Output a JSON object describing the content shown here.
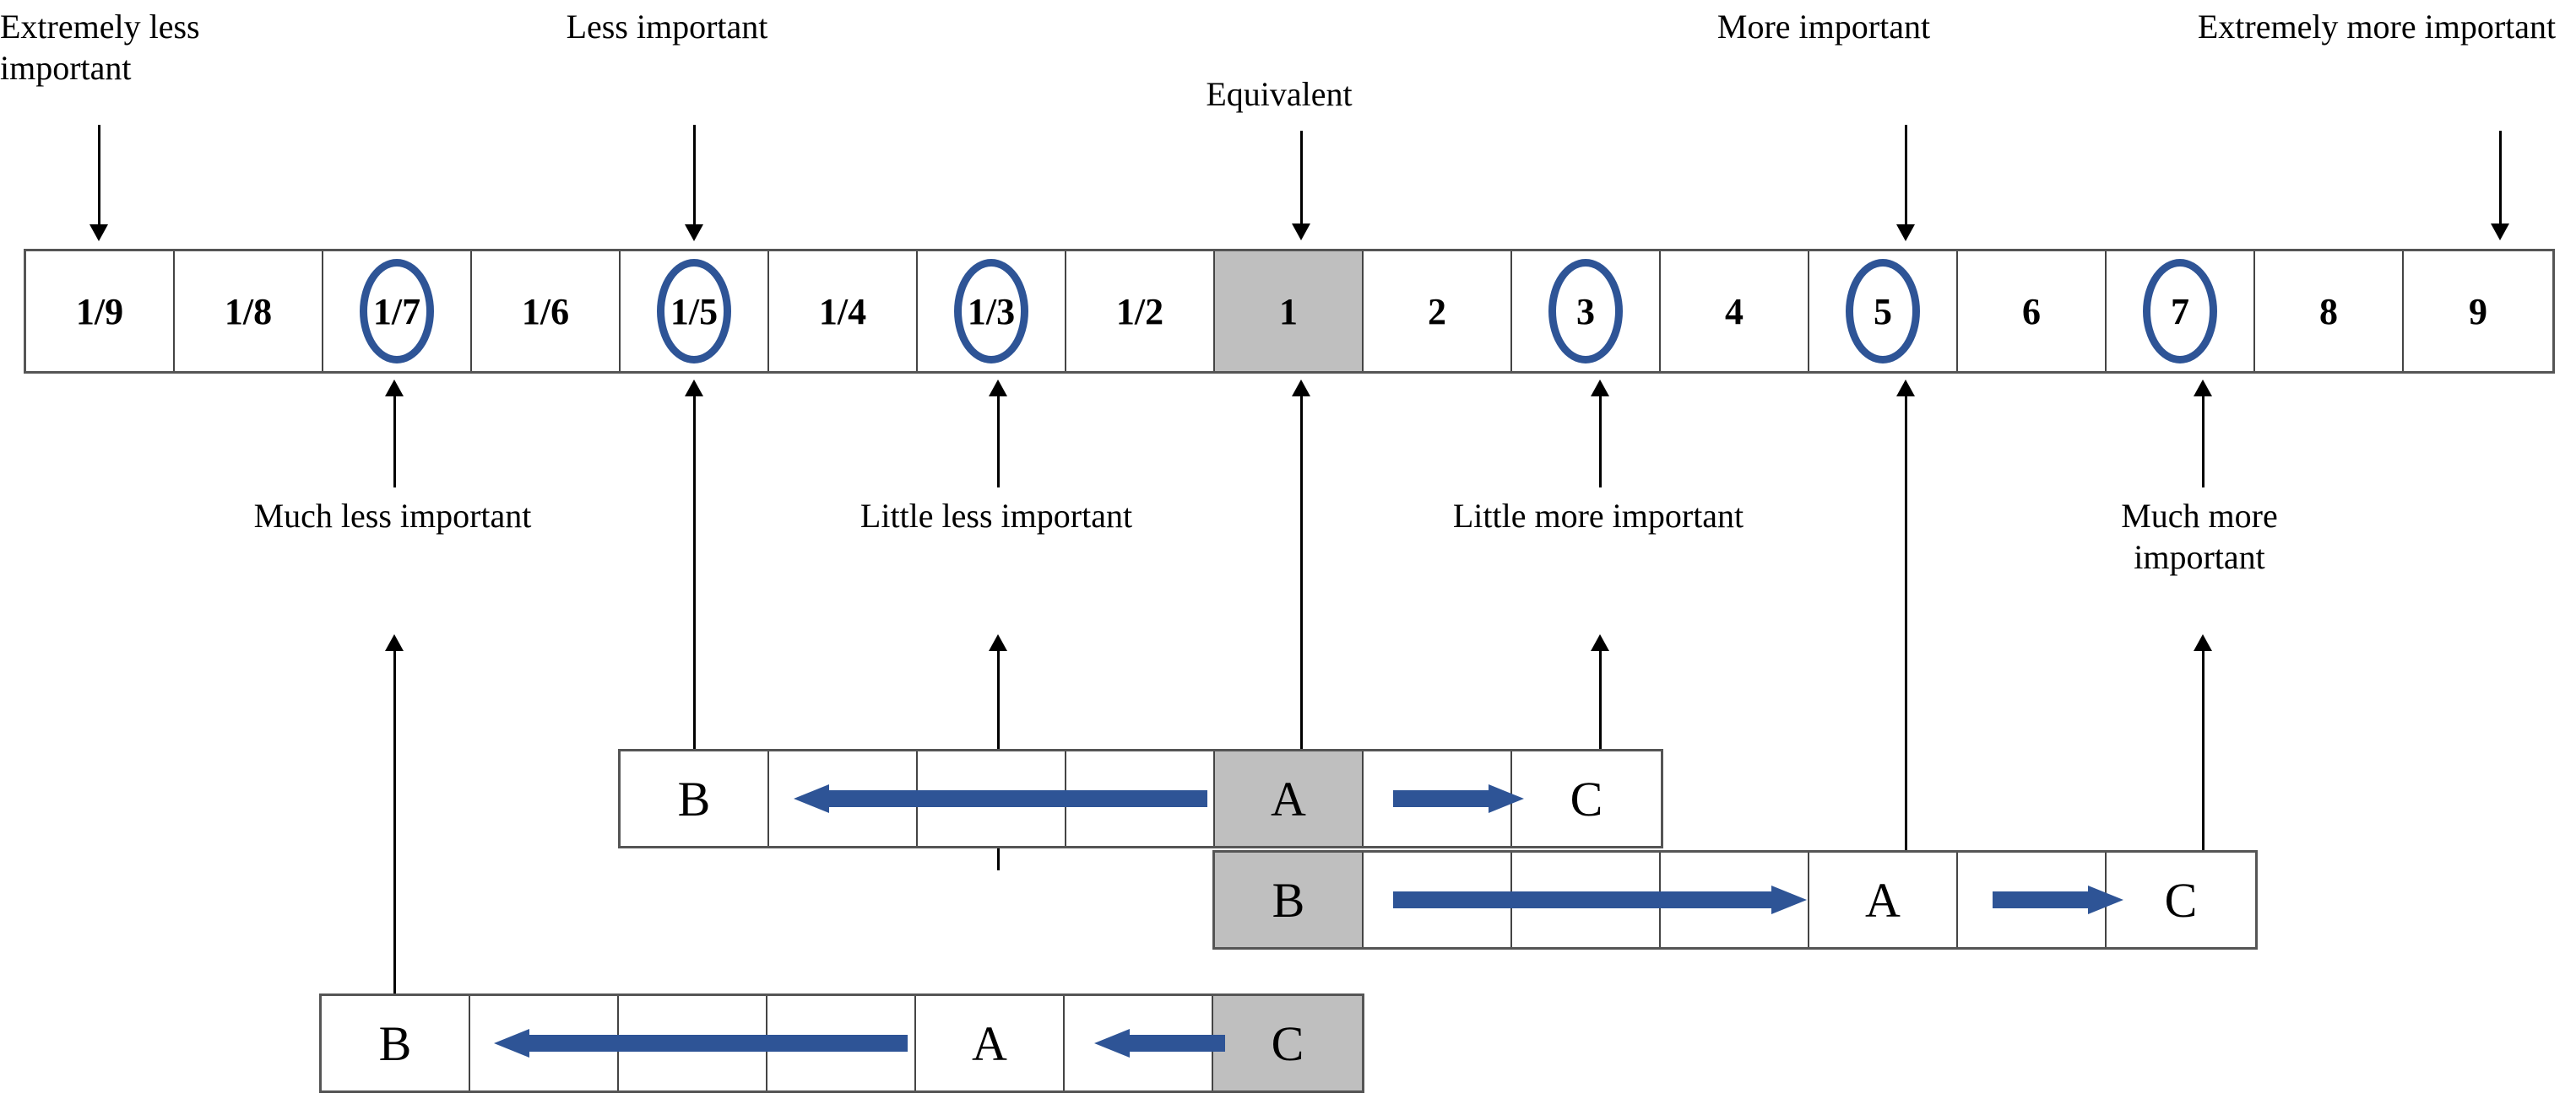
{
  "scale": {
    "cells": [
      {
        "label": "1/9",
        "circled": false,
        "shaded": false
      },
      {
        "label": "1/8",
        "circled": false,
        "shaded": false
      },
      {
        "label": "1/7",
        "circled": true,
        "shaded": false
      },
      {
        "label": "1/6",
        "circled": false,
        "shaded": false
      },
      {
        "label": "1/5",
        "circled": true,
        "shaded": false
      },
      {
        "label": "1/4",
        "circled": false,
        "shaded": false
      },
      {
        "label": "1/3",
        "circled": true,
        "shaded": false
      },
      {
        "label": "1/2",
        "circled": false,
        "shaded": false
      },
      {
        "label": "1",
        "circled": false,
        "shaded": true
      },
      {
        "label": "2",
        "circled": false,
        "shaded": false
      },
      {
        "label": "3",
        "circled": true,
        "shaded": false
      },
      {
        "label": "4",
        "circled": false,
        "shaded": false
      },
      {
        "label": "5",
        "circled": true,
        "shaded": false
      },
      {
        "label": "6",
        "circled": false,
        "shaded": false
      },
      {
        "label": "7",
        "circled": true,
        "shaded": false
      },
      {
        "label": "8",
        "circled": false,
        "shaded": false
      },
      {
        "label": "9",
        "circled": false,
        "shaded": false
      }
    ]
  },
  "top_labels": [
    {
      "text": "Extremely less important",
      "target": "1/9"
    },
    {
      "text": "Less important",
      "target": "1/5"
    },
    {
      "text": "Equivalent",
      "target": "1"
    },
    {
      "text": "More important",
      "target": "5"
    },
    {
      "text": "Extremely more important",
      "target": "9"
    }
  ],
  "bottom_labels": [
    {
      "text": "Much less important",
      "target": "1/7"
    },
    {
      "text": "Little less important",
      "target": "1/3"
    },
    {
      "text": "Little more important",
      "target": "3"
    },
    {
      "text": "Much more important",
      "target": "7"
    }
  ],
  "comparison_rows": [
    {
      "reference": "A",
      "cells": [
        {
          "label": "B",
          "shaded": false
        },
        {
          "label": "",
          "shaded": false
        },
        {
          "label": "",
          "shaded": false
        },
        {
          "label": "",
          "shaded": false
        },
        {
          "label": "A",
          "shaded": true
        },
        {
          "label": "",
          "shaded": false
        },
        {
          "label": "C",
          "shaded": false
        }
      ],
      "arrows": [
        {
          "direction": "left",
          "from": "A",
          "to": "B"
        },
        {
          "direction": "right",
          "from": "A",
          "to": "C"
        }
      ]
    },
    {
      "reference": "B",
      "cells": [
        {
          "label": "B",
          "shaded": true
        },
        {
          "label": "",
          "shaded": false
        },
        {
          "label": "",
          "shaded": false
        },
        {
          "label": "",
          "shaded": false
        },
        {
          "label": "A",
          "shaded": false
        },
        {
          "label": "",
          "shaded": false
        },
        {
          "label": "C",
          "shaded": false
        }
      ],
      "arrows": [
        {
          "direction": "right",
          "from": "B",
          "to": "A"
        },
        {
          "direction": "right",
          "from": "A",
          "to": "C"
        }
      ]
    },
    {
      "reference": "C",
      "cells": [
        {
          "label": "B",
          "shaded": false
        },
        {
          "label": "",
          "shaded": false
        },
        {
          "label": "",
          "shaded": false
        },
        {
          "label": "",
          "shaded": false
        },
        {
          "label": "A",
          "shaded": false
        },
        {
          "label": "",
          "shaded": false
        },
        {
          "label": "C",
          "shaded": true
        }
      ],
      "arrows": [
        {
          "direction": "left",
          "from": "A",
          "to": "B"
        },
        {
          "direction": "left",
          "from": "C",
          "to": "A"
        }
      ]
    }
  ],
  "colors": {
    "accent_blue": "#2e5496",
    "shaded_gray": "#bfbfbf",
    "border_gray": "#555555",
    "text_black": "#000000"
  }
}
